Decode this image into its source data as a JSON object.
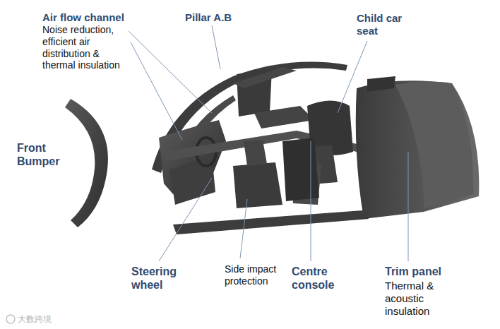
{
  "diagram": {
    "labels": [
      "Air flow channel",
      "Noise reduction, efficient air distribution & thermal insulation",
      "Pillar A.B",
      "Child car seat",
      "Front Bumper",
      "Steering wheel",
      "Side impact protection",
      "Centre console",
      "Trim panel",
      "Thermal & acoustic insulation",
      "大数跨境"
    ]
  }
}
